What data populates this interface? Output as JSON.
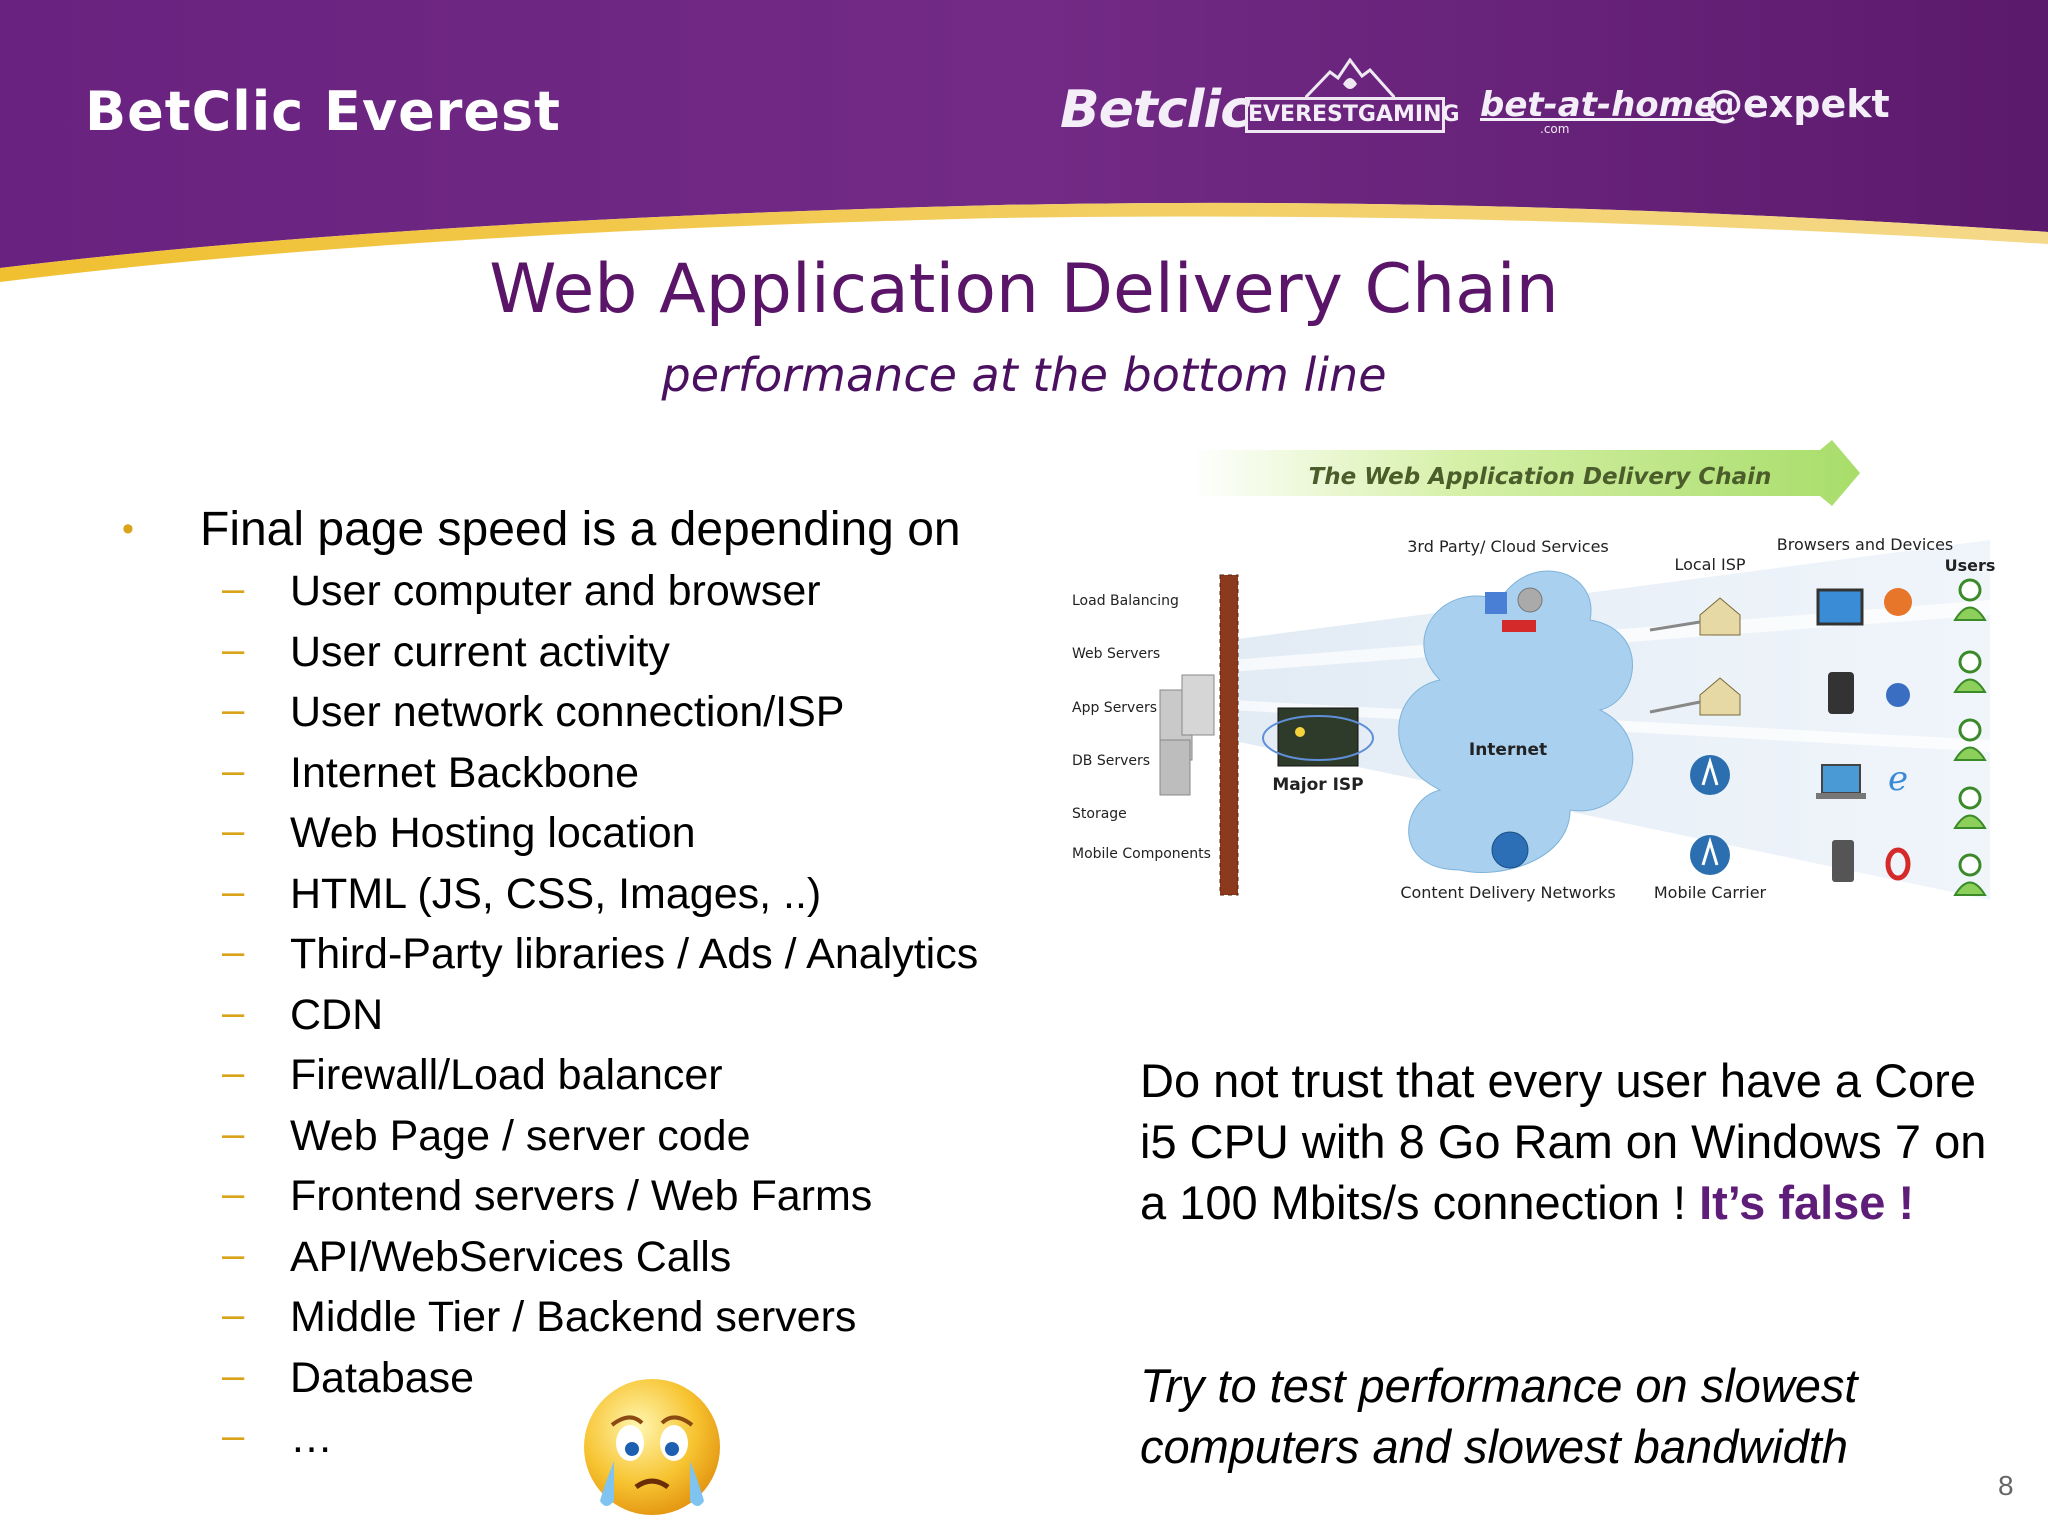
{
  "header": {
    "brand": "BetClic Everest",
    "logos": {
      "betclic": "Betclic",
      "everest_gaming": "EVERESTGAMING",
      "bet_at_home": "bet-at-home",
      "bet_at_home_sub": ".com",
      "expekt": "expekt"
    },
    "colors": {
      "purple": "#6d2381",
      "gold": "#e8b21a"
    }
  },
  "slide": {
    "title": "Web Application Delivery Chain",
    "subtitle": "performance at the bottom line",
    "bullet": "Final page speed is a depending on",
    "sub_items": [
      "User computer and browser",
      "User current activity",
      "User network connection/ISP",
      "Internet Backbone",
      "Web Hosting location",
      "HTML (JS, CSS, Images, ..)",
      "Third-Party libraries / Ads / Analytics",
      "CDN",
      "Firewall/Load balancer",
      "Web Page / server code",
      "Frontend servers / Web Farms",
      "API/WebServices Calls",
      "Middle Tier / Backend servers",
      "Database",
      "…"
    ],
    "dash": "–",
    "note_main": "Do not trust that every user have a Core i5 CPU with 8 Go Ram on Windows 7 on a 100 Mbits/s connection ! ",
    "note_highlight": "It’s false !",
    "note_italic": "Try to test performance on slowest computers and slowest bandwidth",
    "page_number": "8"
  },
  "diagram": {
    "banner": "The Web Application Delivery Chain",
    "left_labels": [
      "Load Balancing",
      "Web Servers",
      "App Servers",
      "DB Servers",
      "Storage",
      "Mobile Components"
    ],
    "major_isp": "Major ISP",
    "internet": "Internet",
    "third_party": "3rd Party/ Cloud Services",
    "cdn": "Content Delivery Networks",
    "local_isp": "Local ISP",
    "mobile_carrier": "Mobile Carrier",
    "browsers": "Browsers and Devices",
    "users": "Users"
  }
}
